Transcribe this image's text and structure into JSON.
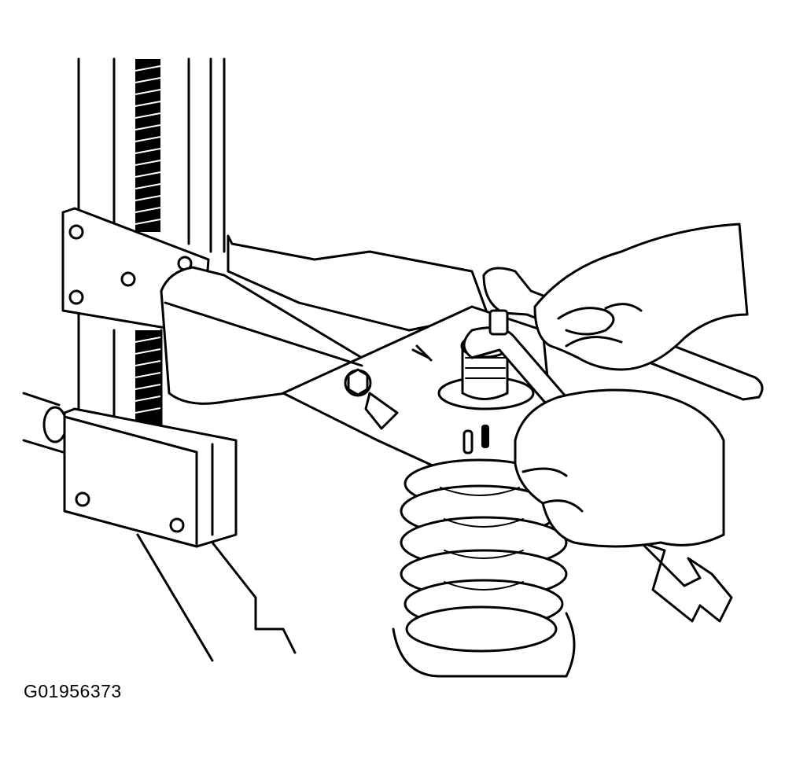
{
  "figure": {
    "code": "G01956373"
  },
  "parts": [
    {
      "name": "compressor-frame",
      "icon": "frame-column-icon"
    },
    {
      "name": "threaded-screw",
      "icon": "screw-icon"
    },
    {
      "name": "mounting-plate",
      "icon": "bracket-plate-icon"
    },
    {
      "name": "compressor-arm",
      "icon": "arm-icon"
    },
    {
      "name": "coil-spring",
      "icon": "spring-icon"
    },
    {
      "name": "strut-nut",
      "icon": "nut-icon"
    },
    {
      "name": "open-end-wrench",
      "icon": "wrench-icon"
    },
    {
      "name": "ratchet-wrench",
      "icon": "ratchet-icon"
    },
    {
      "name": "technician-hands",
      "icon": "hand-icon"
    }
  ],
  "colors": {
    "line": "#000000",
    "background": "#ffffff"
  }
}
